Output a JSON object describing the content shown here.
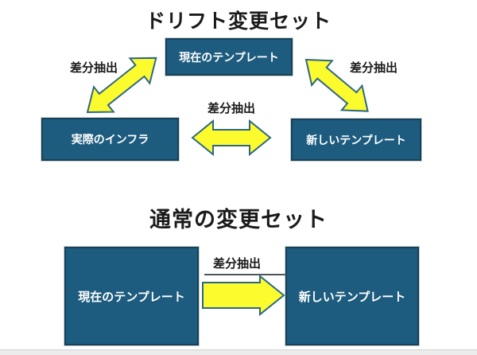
{
  "colors": {
    "page_bg": "#ffffff",
    "title_color": "#1a1a1a",
    "label_color": "#1a1a1a",
    "box_fill": "#1d5c7e",
    "box_border": "#14425a",
    "box_text": "#ffffff",
    "arrow_fill": "#fbfb2d",
    "arrow_stroke": "#2e6784",
    "footer_bar": "#ececec"
  },
  "drift_section": {
    "title": "ドリフト変更セット",
    "boxes": {
      "current_template": "現在のテンプレート",
      "actual_infra": "実際のインフラ",
      "new_template": "新しいテンプレート"
    },
    "arrow_labels": {
      "left": "差分抽出",
      "middle": "差分抽出",
      "right": "差分抽出"
    }
  },
  "normal_section": {
    "title": "通常の変更セット",
    "boxes": {
      "current_template": "現在のテンプレート",
      "new_template": "新しいテンプレート"
    },
    "arrow_labels": {
      "middle": "差分抽出"
    }
  }
}
